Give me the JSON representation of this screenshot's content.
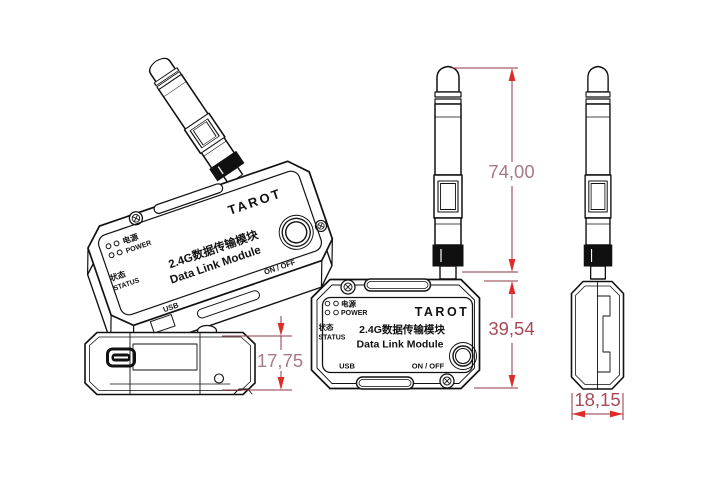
{
  "product": {
    "brand": "TAROT",
    "title_cn": "2.4G数据传输模块",
    "title_en": "Data Link Module",
    "power_cn": "电源",
    "power_en": "POWER",
    "status_cn": "状态",
    "status_en": "STATUS",
    "usb": "USB",
    "on_off": "ON / OFF"
  },
  "dimensions": {
    "antenna_height": "74,00",
    "body_height": "39,54",
    "body_thickness": "17,75",
    "body_width": "18,15"
  },
  "colors": {
    "drawing_line": "#111111",
    "dimension_line": "#8e3a46",
    "dimension_arrow": "#e02b2b",
    "dimension_text": "#a7798a",
    "dimension_text_strong": "#a84a55",
    "antenna_band_fill": "#101010",
    "background": "#ffffff"
  }
}
